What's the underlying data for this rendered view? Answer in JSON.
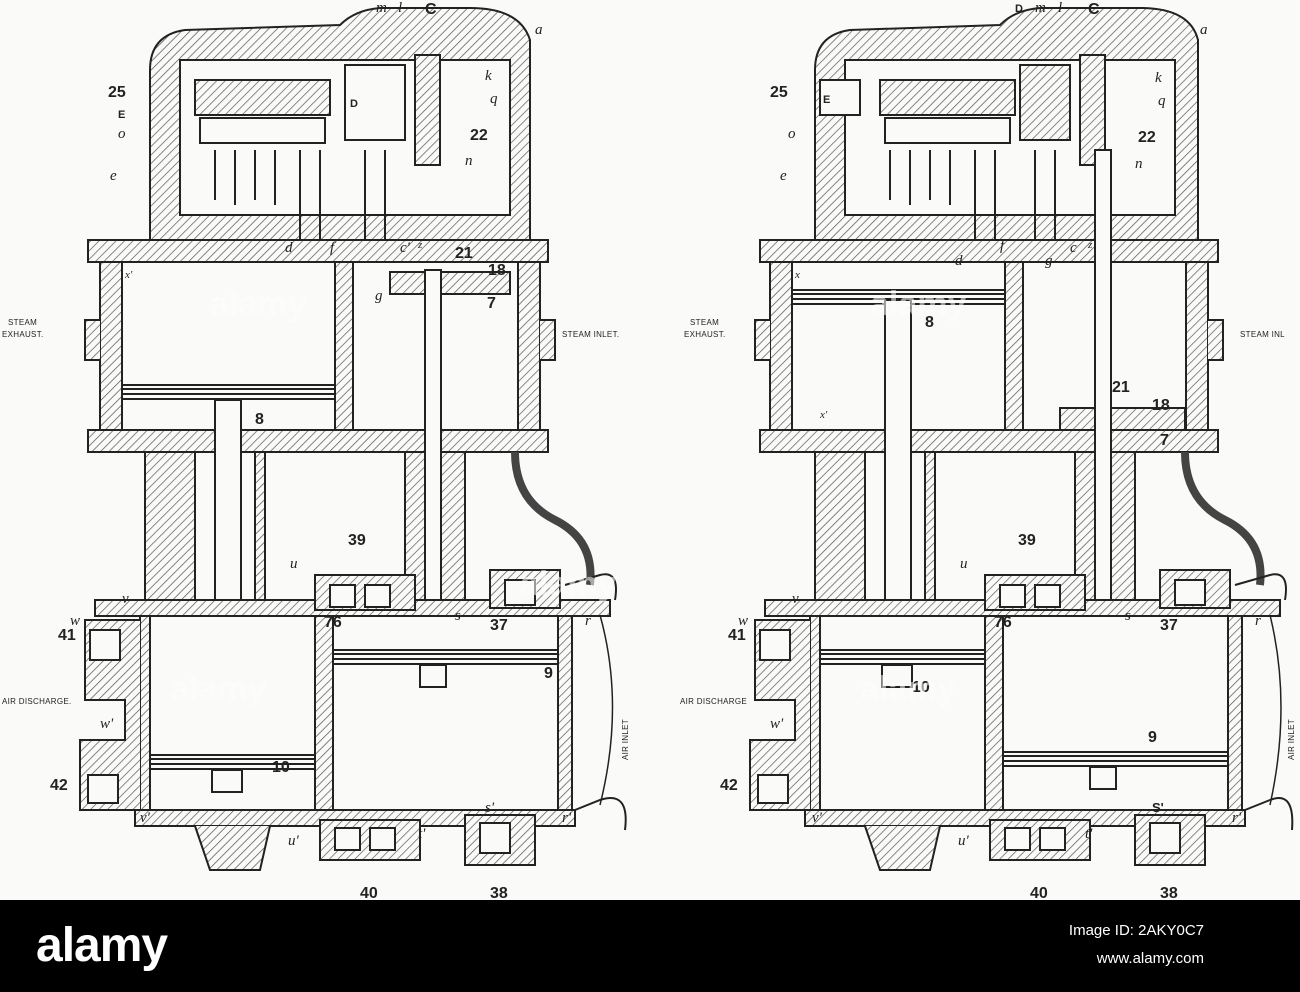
{
  "diagram": {
    "left": {
      "letters_top": [
        "m",
        "l",
        "C",
        "a",
        "k",
        "q",
        "n"
      ],
      "numbers": [
        "25",
        "22",
        "21",
        "18",
        "7",
        "8",
        "39",
        "76",
        "37",
        "41",
        "42",
        "10",
        "9",
        "40",
        "38"
      ],
      "letters": [
        "E",
        "D",
        "o",
        "e",
        "d",
        "f",
        "c'",
        "z",
        "g",
        "x'",
        "u",
        "v",
        "w",
        "w'",
        "s",
        "r",
        "v'",
        "u'",
        "t'",
        "s'",
        "r'"
      ],
      "captions": {
        "steam_exhaust_1": "STEAM",
        "steam_exhaust_2": "EXHAUST.",
        "steam_inlet": "STEAM INLET.",
        "air_discharge": "AIR DISCHARGE.",
        "air_inlet": "AIR INLET"
      }
    },
    "right": {
      "letters_top": [
        "D",
        "m",
        "l",
        "C",
        "a",
        "k",
        "q",
        "n"
      ],
      "numbers": [
        "25",
        "22",
        "21",
        "18",
        "7",
        "8",
        "39",
        "76",
        "37",
        "41",
        "42",
        "10",
        "9",
        "40",
        "38"
      ],
      "letters": [
        "E",
        "o",
        "e",
        "d",
        "f",
        "g",
        "c",
        "z",
        "x",
        "x'",
        "u",
        "v",
        "w",
        "w'",
        "s",
        "r",
        "v'",
        "u'",
        "t'",
        "S'",
        "r'"
      ],
      "captions": {
        "steam_exhaust_1": "STEAM",
        "steam_exhaust_2": "EXHAUST.",
        "steam_inlet": "STEAM INL",
        "air_discharge": "AIR DISCHARGE",
        "air_inlet": "AIR INLET"
      }
    }
  },
  "watermark": {
    "text": "alamy"
  },
  "footer": {
    "brand": "alamy",
    "image_id": "Image ID: 2AKY0C7",
    "url": "www.alamy.com"
  },
  "colors": {
    "ink": "#222222",
    "hatch": "#555555",
    "paper": "#fafaf8",
    "footer": "#000000"
  }
}
